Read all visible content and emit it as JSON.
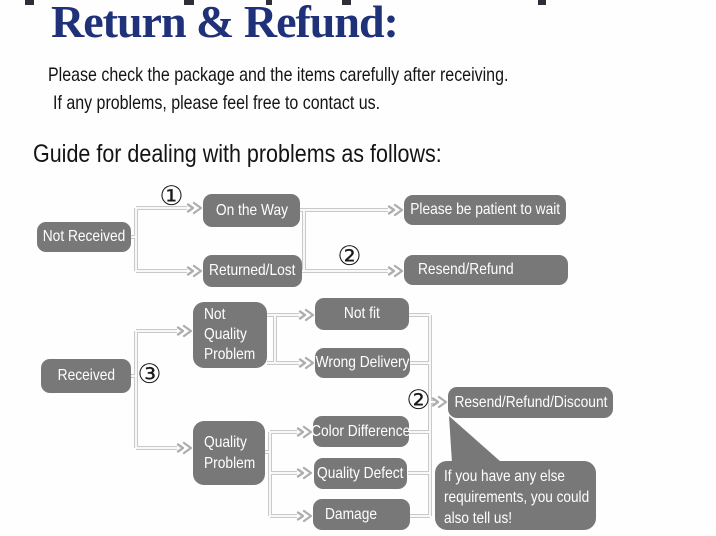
{
  "header": {
    "title": "Return & Refund:",
    "line1": "Please check the package and the items carefully after receiving.",
    "line2": "If any problems, please feel free to contact us.",
    "guide_heading": "Guide for dealing with problems as follows:"
  },
  "colors": {
    "title_navy": "#1e3179",
    "node_gray": "#787878",
    "connector_gray": "#c9c9c9",
    "arrow_gray": "#aeaeae",
    "text_black": "#141414"
  },
  "flow": {
    "step_markers": {
      "one": "①",
      "two_top": "②",
      "three": "③",
      "two_bottom": "②"
    },
    "nodes": {
      "not_received": "Not Received",
      "on_the_way": "On the Way",
      "returned_lost": "Returned/Lost",
      "be_patient": "Please be patient to wait",
      "resend_refund": "Resend/Refund",
      "not_quality_problem": [
        "Not",
        "Quality",
        "Problem"
      ],
      "not_fit": "Not fit",
      "wrong_delivery": "Wrong Delivery",
      "received": "Received",
      "quality_problem": [
        "Quality",
        "Problem"
      ],
      "color_difference": "Color Difference",
      "quality_defect": "Quality Defect",
      "damage": "Damage",
      "resend_refund_discount": "Resend/Refund/Discount"
    },
    "bubble_lines": [
      "If you have any else",
      "requirements, you could",
      "also tell us!"
    ]
  }
}
